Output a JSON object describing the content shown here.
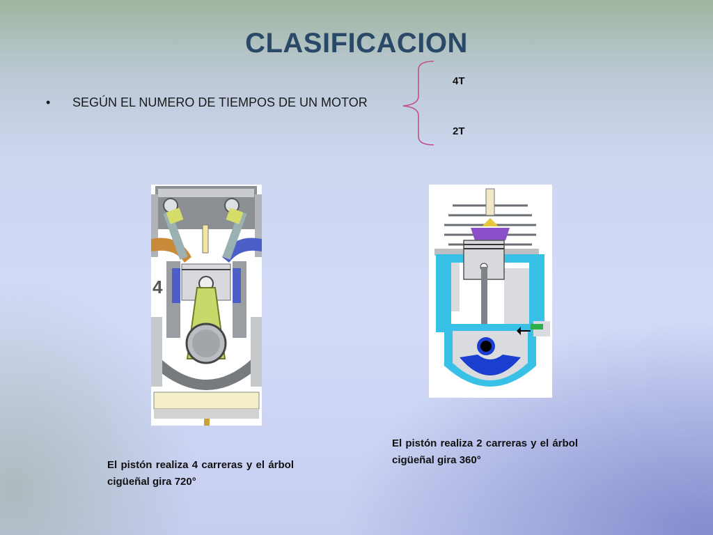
{
  "slide": {
    "title": "CLASIFICACION",
    "bullet_marker": "•",
    "bullet_text": "SEGÚN EL  NUMERO DE TIEMPOS DE UN MOTOR",
    "options": [
      "4T",
      "2T"
    ],
    "engine_4t": {
      "stroke_number_label": "4",
      "caption": "El pistón realiza  4 carreras y el árbol cigüeñal gira 720°"
    },
    "engine_2t": {
      "caption": "El pistón realiza  2 carreras y el árbol cigüeñal gira 360°"
    }
  },
  "colors": {
    "title": "#2a4868",
    "brace": "#c0508a",
    "coolant": "#39c0e6",
    "piston_crank_2t": "#1a3fd0"
  }
}
